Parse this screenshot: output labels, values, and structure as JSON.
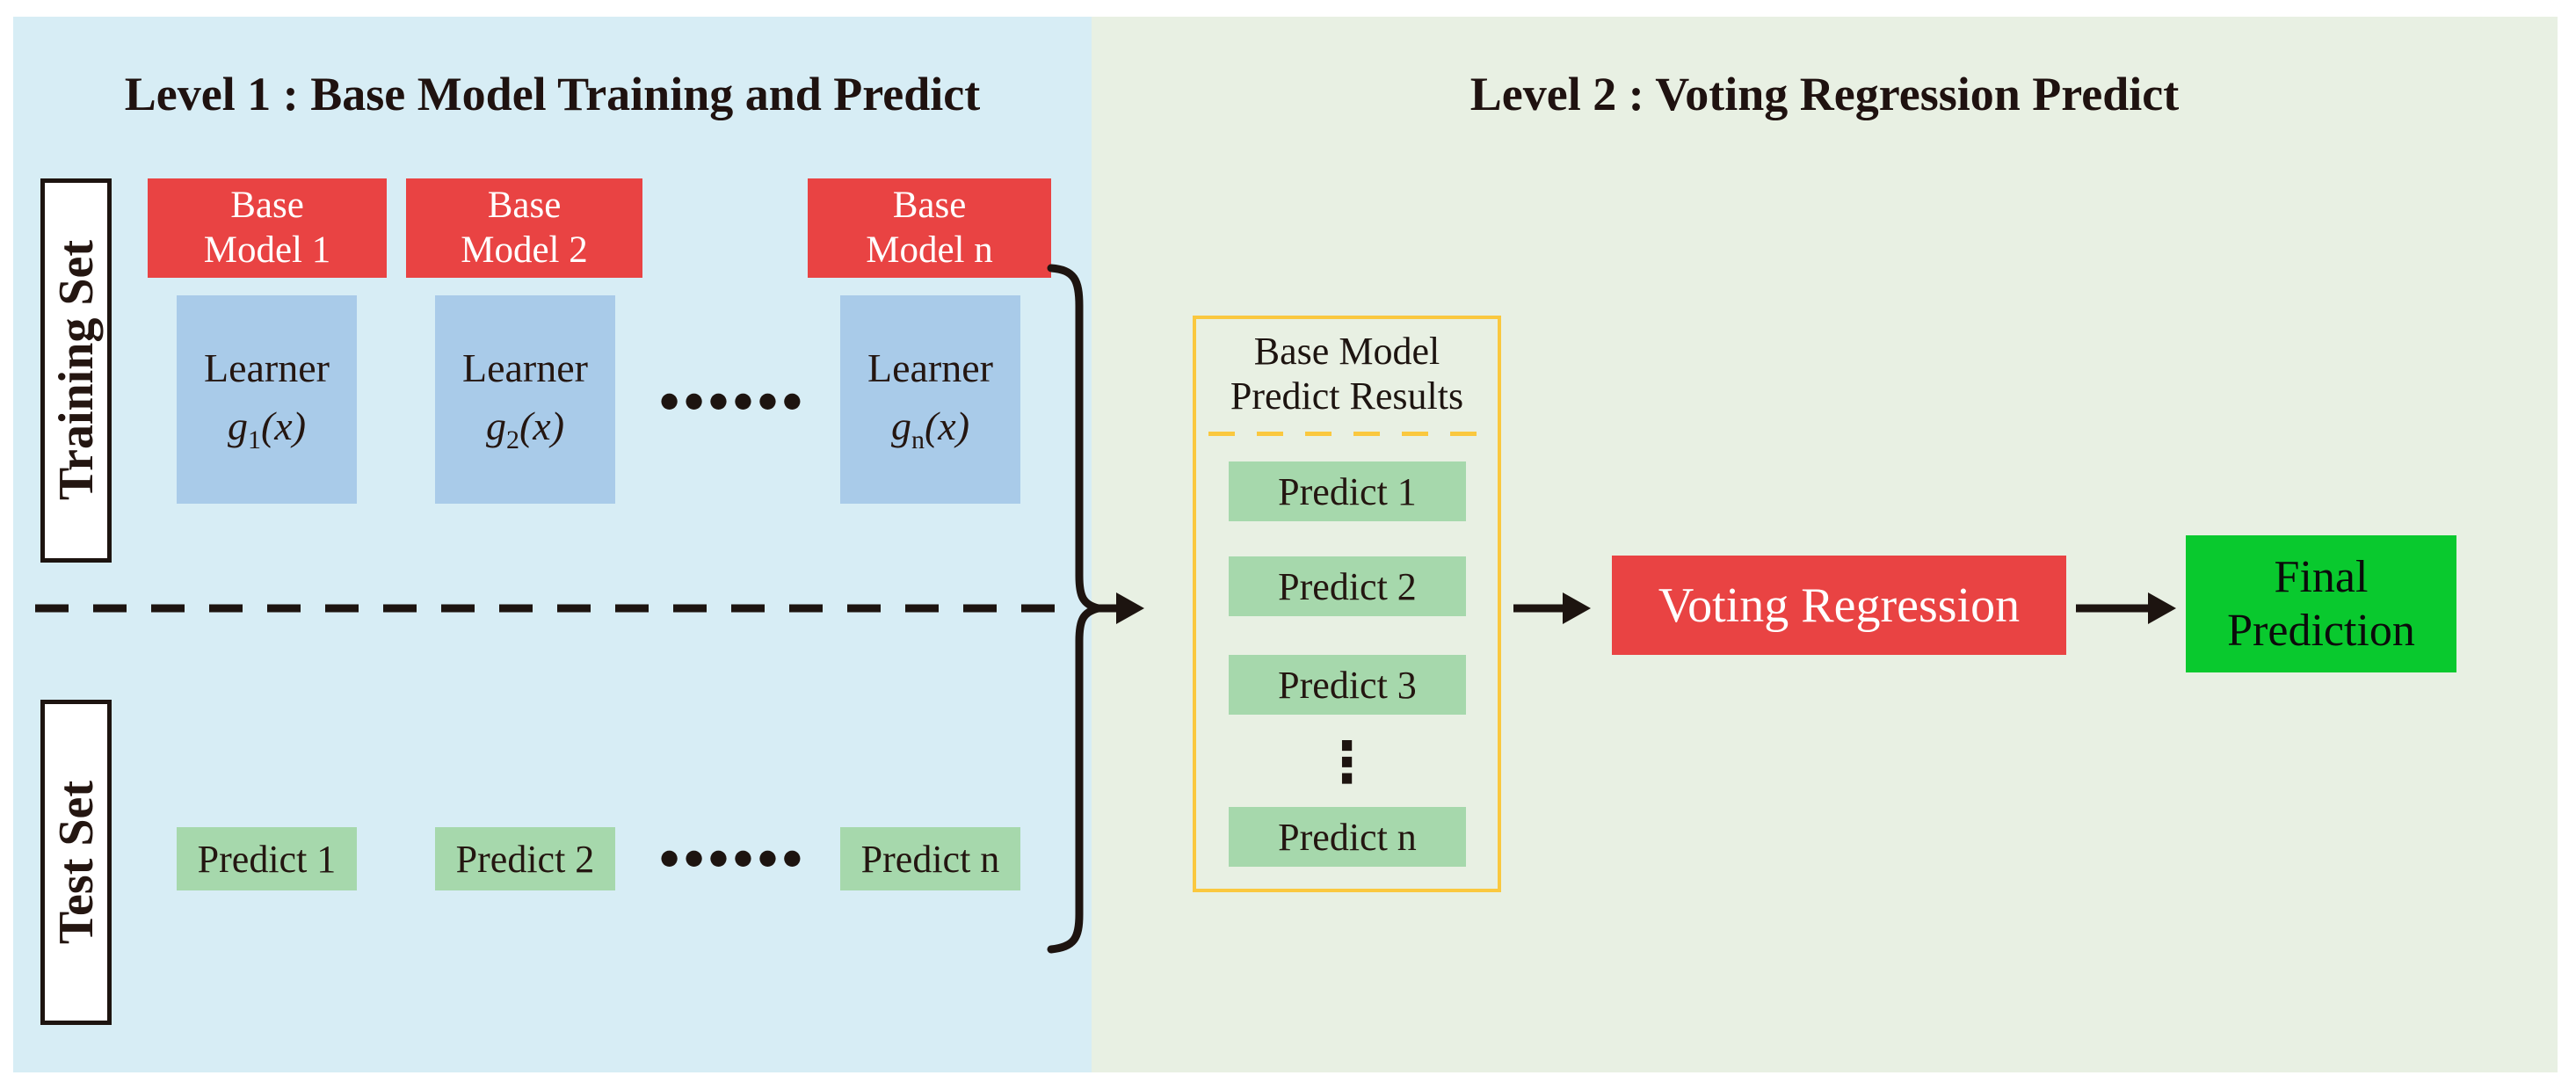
{
  "palette": {
    "level1_panel": "#d7edf5",
    "level2_panel": "#e8f0e3",
    "base_model_red": "#e94343",
    "learner_blue": "#a9cbe9",
    "predict_green": "#a6d8ac",
    "final_green": "#09c92e",
    "results_border_yellow": "#fac83f",
    "ink": "#1d1410",
    "white_text": "#ffffff"
  },
  "level1": {
    "title": "Level 1 : Base Model Training and Predict",
    "training_set_label": "Training Set",
    "test_set_label": "Test Set",
    "base_models": [
      {
        "line1": "Base",
        "line2": "Model 1"
      },
      {
        "line1": "Base",
        "line2": "Model 2"
      },
      {
        "line1": "Base",
        "line2": "Model n"
      }
    ],
    "learners": [
      {
        "label": "Learner",
        "func": "g",
        "sub": "1",
        "args": "(x)"
      },
      {
        "label": "Learner",
        "func": "g",
        "sub": "2",
        "args": "(x)"
      },
      {
        "label": "Learner",
        "func": "g",
        "sub": "n",
        "args": "(x)"
      }
    ],
    "learner_ellipsis": "●●●●●●",
    "test_predictions": [
      "Predict 1",
      "Predict 2",
      "Predict n"
    ],
    "test_ellipsis": "●●●●●●"
  },
  "level2": {
    "title": "Level 2 : Voting Regression Predict",
    "results_panel": {
      "title_line1": "Base Model",
      "title_line2": "Predict Results",
      "predictions": [
        "Predict 1",
        "Predict 2",
        "Predict 3",
        "Predict n"
      ],
      "ellipsis_vertical": "⋮"
    },
    "voting_label": "Voting Regression",
    "final_line1": "Final",
    "final_line2": "Prediction"
  }
}
